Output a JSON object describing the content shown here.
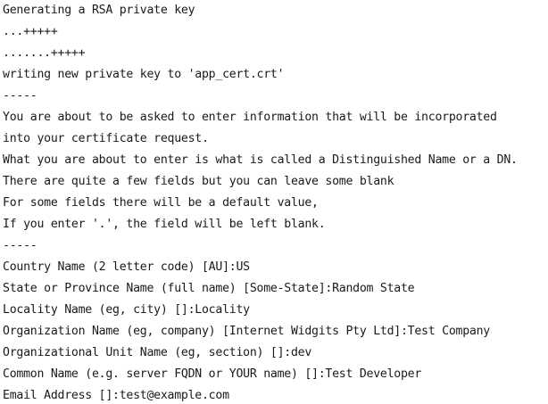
{
  "terminal": {
    "background_color": "#ffffff",
    "text_color": "#1a1a1a",
    "lines": [
      "Generating a RSA private key",
      "...+++++",
      ".......+++++",
      "writing new private key to 'app_cert.crt'",
      "-----",
      "You are about to be asked to enter information that will be incorporated",
      "into your certificate request.",
      "What you are about to enter is what is called a Distinguished Name or a DN.",
      "There are quite a few fields but you can leave some blank",
      "For some fields there will be a default value,",
      "If you enter '.', the field will be left blank.",
      "-----",
      "Country Name (2 letter code) [AU]:US",
      "State or Province Name (full name) [Some-State]:Random State",
      "Locality Name (eg, city) []:Locality",
      "Organization Name (eg, company) [Internet Widgits Pty Ltd]:Test Company",
      "Organizational Unit Name (eg, section) []:dev",
      "Common Name (e.g. server FQDN or YOUR name) []:Test Developer",
      "Email Address []:test@example.com"
    ]
  }
}
